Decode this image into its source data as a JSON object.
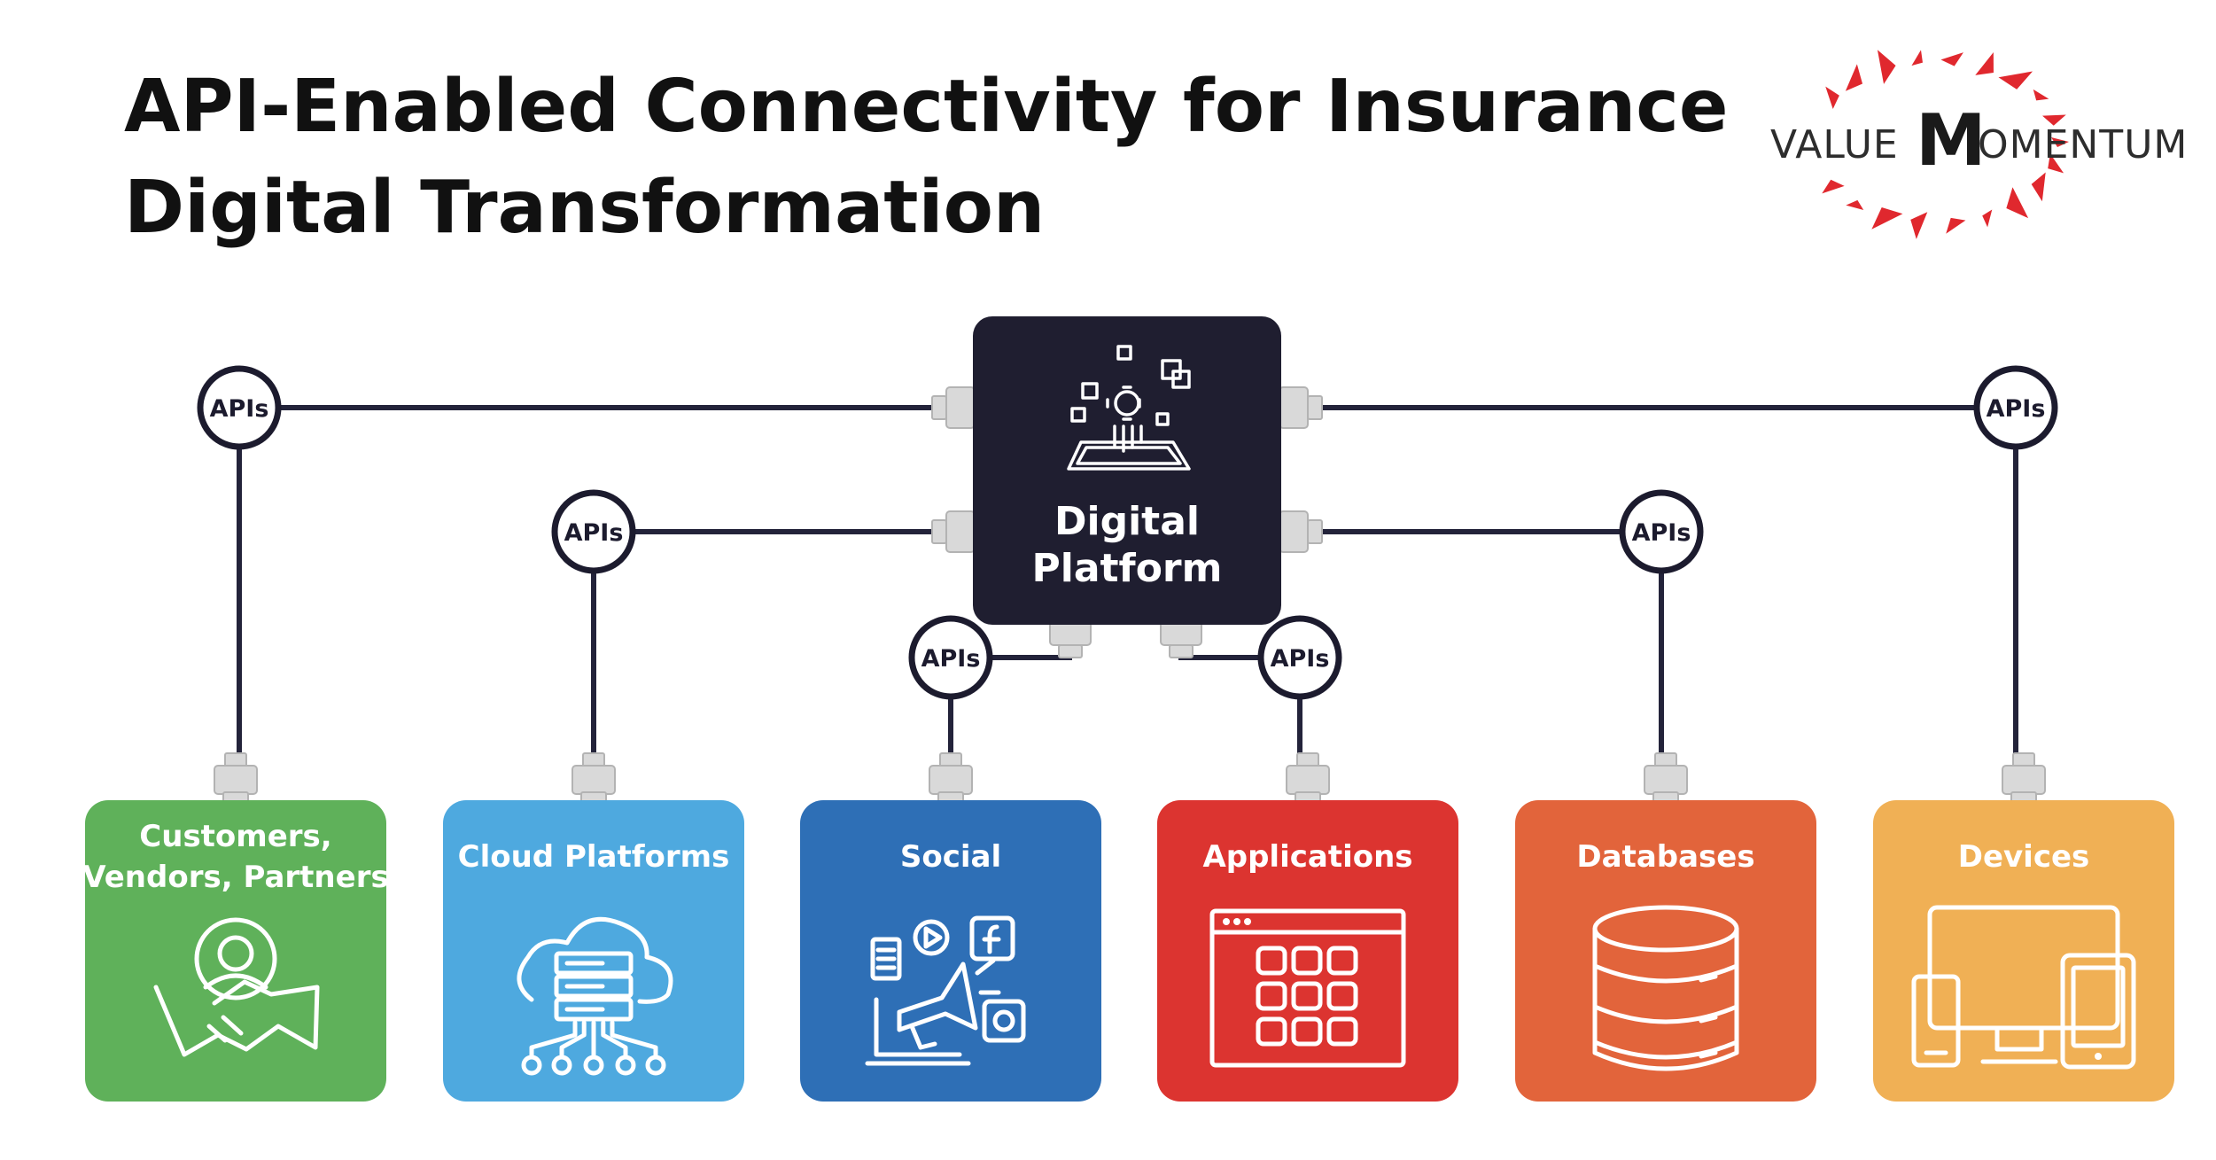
{
  "title": {
    "line1": "API-Enabled Connectivity for Insurance",
    "line2": "Digital Transformation"
  },
  "logo": {
    "prefix": "VALUE",
    "letter": "M",
    "suffix": "OMENTUM",
    "accent_color": "#e0282e"
  },
  "hub": {
    "line1": "Digital",
    "line2": "Platform",
    "color": "#1f1e30",
    "icon": "digital-platform-icon"
  },
  "api_label": "APIs",
  "cards": [
    {
      "lines": [
        "Customers,",
        "Vendors, Partners"
      ],
      "color": "#5fb15a",
      "icon": "partners-handshake-icon"
    },
    {
      "lines": [
        "Cloud Platforms"
      ],
      "color": "#4ea9df",
      "icon": "cloud-server-icon"
    },
    {
      "lines": [
        "Social"
      ],
      "color": "#2e6fb6",
      "icon": "social-megaphone-icon"
    },
    {
      "lines": [
        "Applications"
      ],
      "color": "#dc3430",
      "icon": "application-grid-icon"
    },
    {
      "lines": [
        "Databases"
      ],
      "color": "#e2643b",
      "icon": "database-icon"
    },
    {
      "lines": [
        "Devices"
      ],
      "color": "#f0b055",
      "icon": "devices-icon"
    }
  ]
}
